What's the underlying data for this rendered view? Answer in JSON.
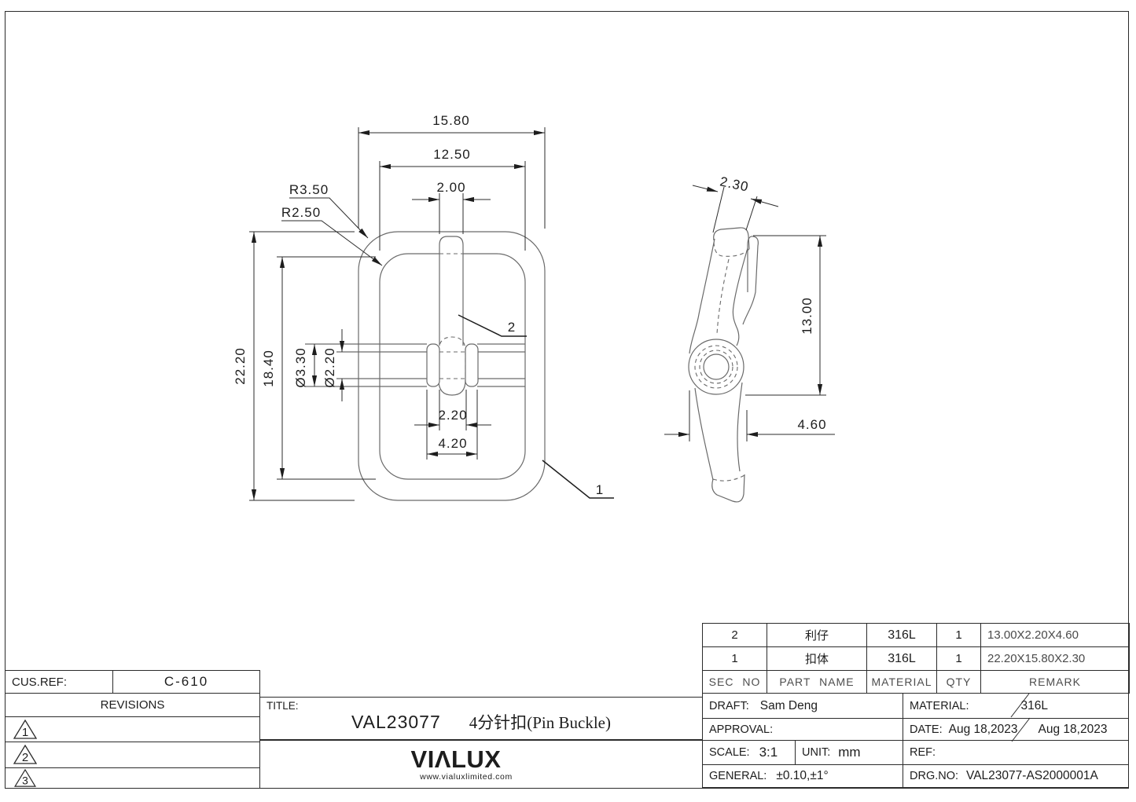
{
  "colors": {
    "object_line": "#6a6a6a",
    "dimension_ink": "#1d1d1d",
    "border": "#2b2b2b",
    "background": "#ffffff"
  },
  "front_view": {
    "dims": {
      "width_outer": "15.80",
      "width_inner": "12.50",
      "pin_width": "2.00",
      "radius_outer": "R3.50",
      "radius_inner": "R2.50",
      "height_outer": "22.20",
      "height_inner": "18.40",
      "dia_bar": "Ø3.30",
      "dia_bar_mid": "Ø2.20",
      "wrap_inner": "2.20",
      "wrap_outer": "4.20"
    },
    "callouts": {
      "pin": "2",
      "body": "1"
    }
  },
  "side_view": {
    "dims": {
      "thickness": "2.30",
      "pin_length": "13.00",
      "depth": "4.60"
    }
  },
  "parts_table": {
    "headers": {
      "sec_no": "SEC NO",
      "part_name": "PART NAME",
      "material": "MATERIAL",
      "qty": "QTY",
      "remark": "REMARK"
    },
    "rows": [
      {
        "sec_no": "2",
        "part_name": "利仔",
        "material": "316L",
        "qty": "1",
        "remark": "13.00X2.20X4.60"
      },
      {
        "sec_no": "1",
        "part_name": "扣体",
        "material": "316L",
        "qty": "1",
        "remark": "22.20X15.80X2.30"
      }
    ]
  },
  "title_block": {
    "cus_ref_label": "CUS.REF:",
    "cus_ref_value": "C-610",
    "revisions_label": "REVISIONS",
    "revision_markers": [
      "1",
      "2",
      "3"
    ],
    "title_label": "TITLE:",
    "title_code": "VAL23077",
    "title_name": "4分针扣(Pin Buckle)",
    "draft_label": "DRAFT:",
    "draft_value": "Sam Deng",
    "approval_label": "APPROVAL:",
    "scale_label": "SCALE:",
    "scale_value": "3:1",
    "unit_label": "UNIT:",
    "unit_value": "mm",
    "general_label": "GENERAL:",
    "general_value": "±0.10,±1°",
    "material_label": "MATERIAL:",
    "material_value": "316L",
    "date_label": "DATE:",
    "date_value": "Aug 18,2023",
    "date_value_2": "Aug 18,2023",
    "ref_label": "REF:",
    "drg_no_label": "DRG.NO:",
    "drg_no_value": "VAL23077-AS2000001A"
  },
  "logo": {
    "name": "VIΛLUX",
    "url": "www.vialuxlimited.com"
  }
}
